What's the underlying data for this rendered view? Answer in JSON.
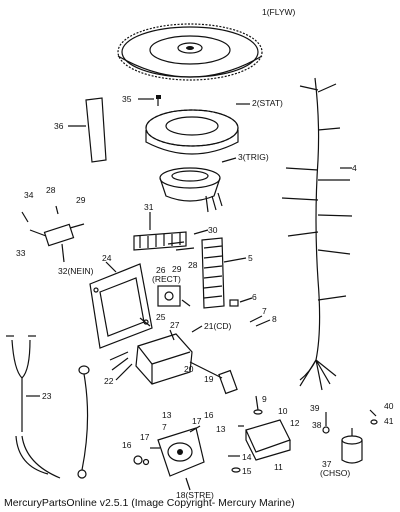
{
  "footer": "MercuryPartsOnline v2.5.1 (Image Copyright- Mercury Marine)",
  "callouts": {
    "c1": "1(FLYW)",
    "c2": "2(STAT)",
    "c3": "3(TRIG)",
    "c4": "4",
    "c5": "5",
    "c6": "6",
    "c7": "7",
    "c8": "8",
    "c9": "9",
    "c10": "10",
    "c11": "11",
    "c12": "12",
    "c13a": "13",
    "c13b": "13",
    "c14": "14",
    "c15": "15",
    "c16a": "16",
    "c16b": "16",
    "c17": "17",
    "c18": "18(STRE)",
    "c19": "19",
    "c20": "20",
    "c21": "21(CD)",
    "c22": "22",
    "c23": "23",
    "c24": "24",
    "c25": "25",
    "c26": "26",
    "c26sub": "(RECT)",
    "c27": "27",
    "c28a": "28",
    "c28b": "28",
    "c29a": "29",
    "c29b": "29",
    "c30": "30",
    "c31": "31",
    "c32": "32(NEIN)",
    "c33": "33",
    "c34": "34",
    "c35": "35",
    "c36": "36",
    "c37": "37",
    "c37sub": "(CHSO)",
    "c38": "38",
    "c39": "39",
    "c40": "40",
    "c41": "41",
    "c7b": "7"
  }
}
